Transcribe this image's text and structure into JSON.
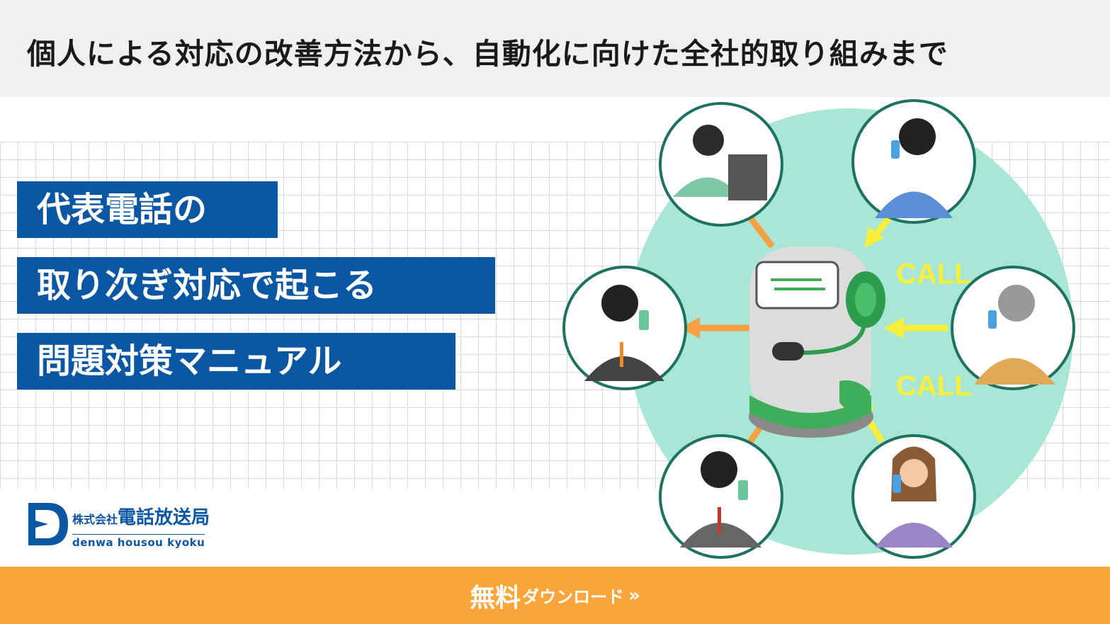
{
  "header": {
    "subtitle": "個人による対応の改善方法から、自動化に向けた全社的取り組みまで"
  },
  "title_lines": [
    "代表電話の",
    "取り次ぎ対応で起こる",
    "問題対策マニュアル"
  ],
  "illustration": {
    "call_labels": [
      "CALL",
      "CALL"
    ]
  },
  "logo": {
    "prefix": "株式会社",
    "name": "電話放送局",
    "romaji": "denwa housou kyoku"
  },
  "cta": {
    "main": "無料",
    "sub": "ダウンロード",
    "arrows": "»"
  },
  "colors": {
    "brand_blue": "#0b57a4",
    "cta_orange": "#f9a53a",
    "mint": "#a8e6d6",
    "arrow_orange": "#f7a043",
    "arrow_yellow": "#f7ef3a",
    "robot_green": "#3fae5a"
  }
}
